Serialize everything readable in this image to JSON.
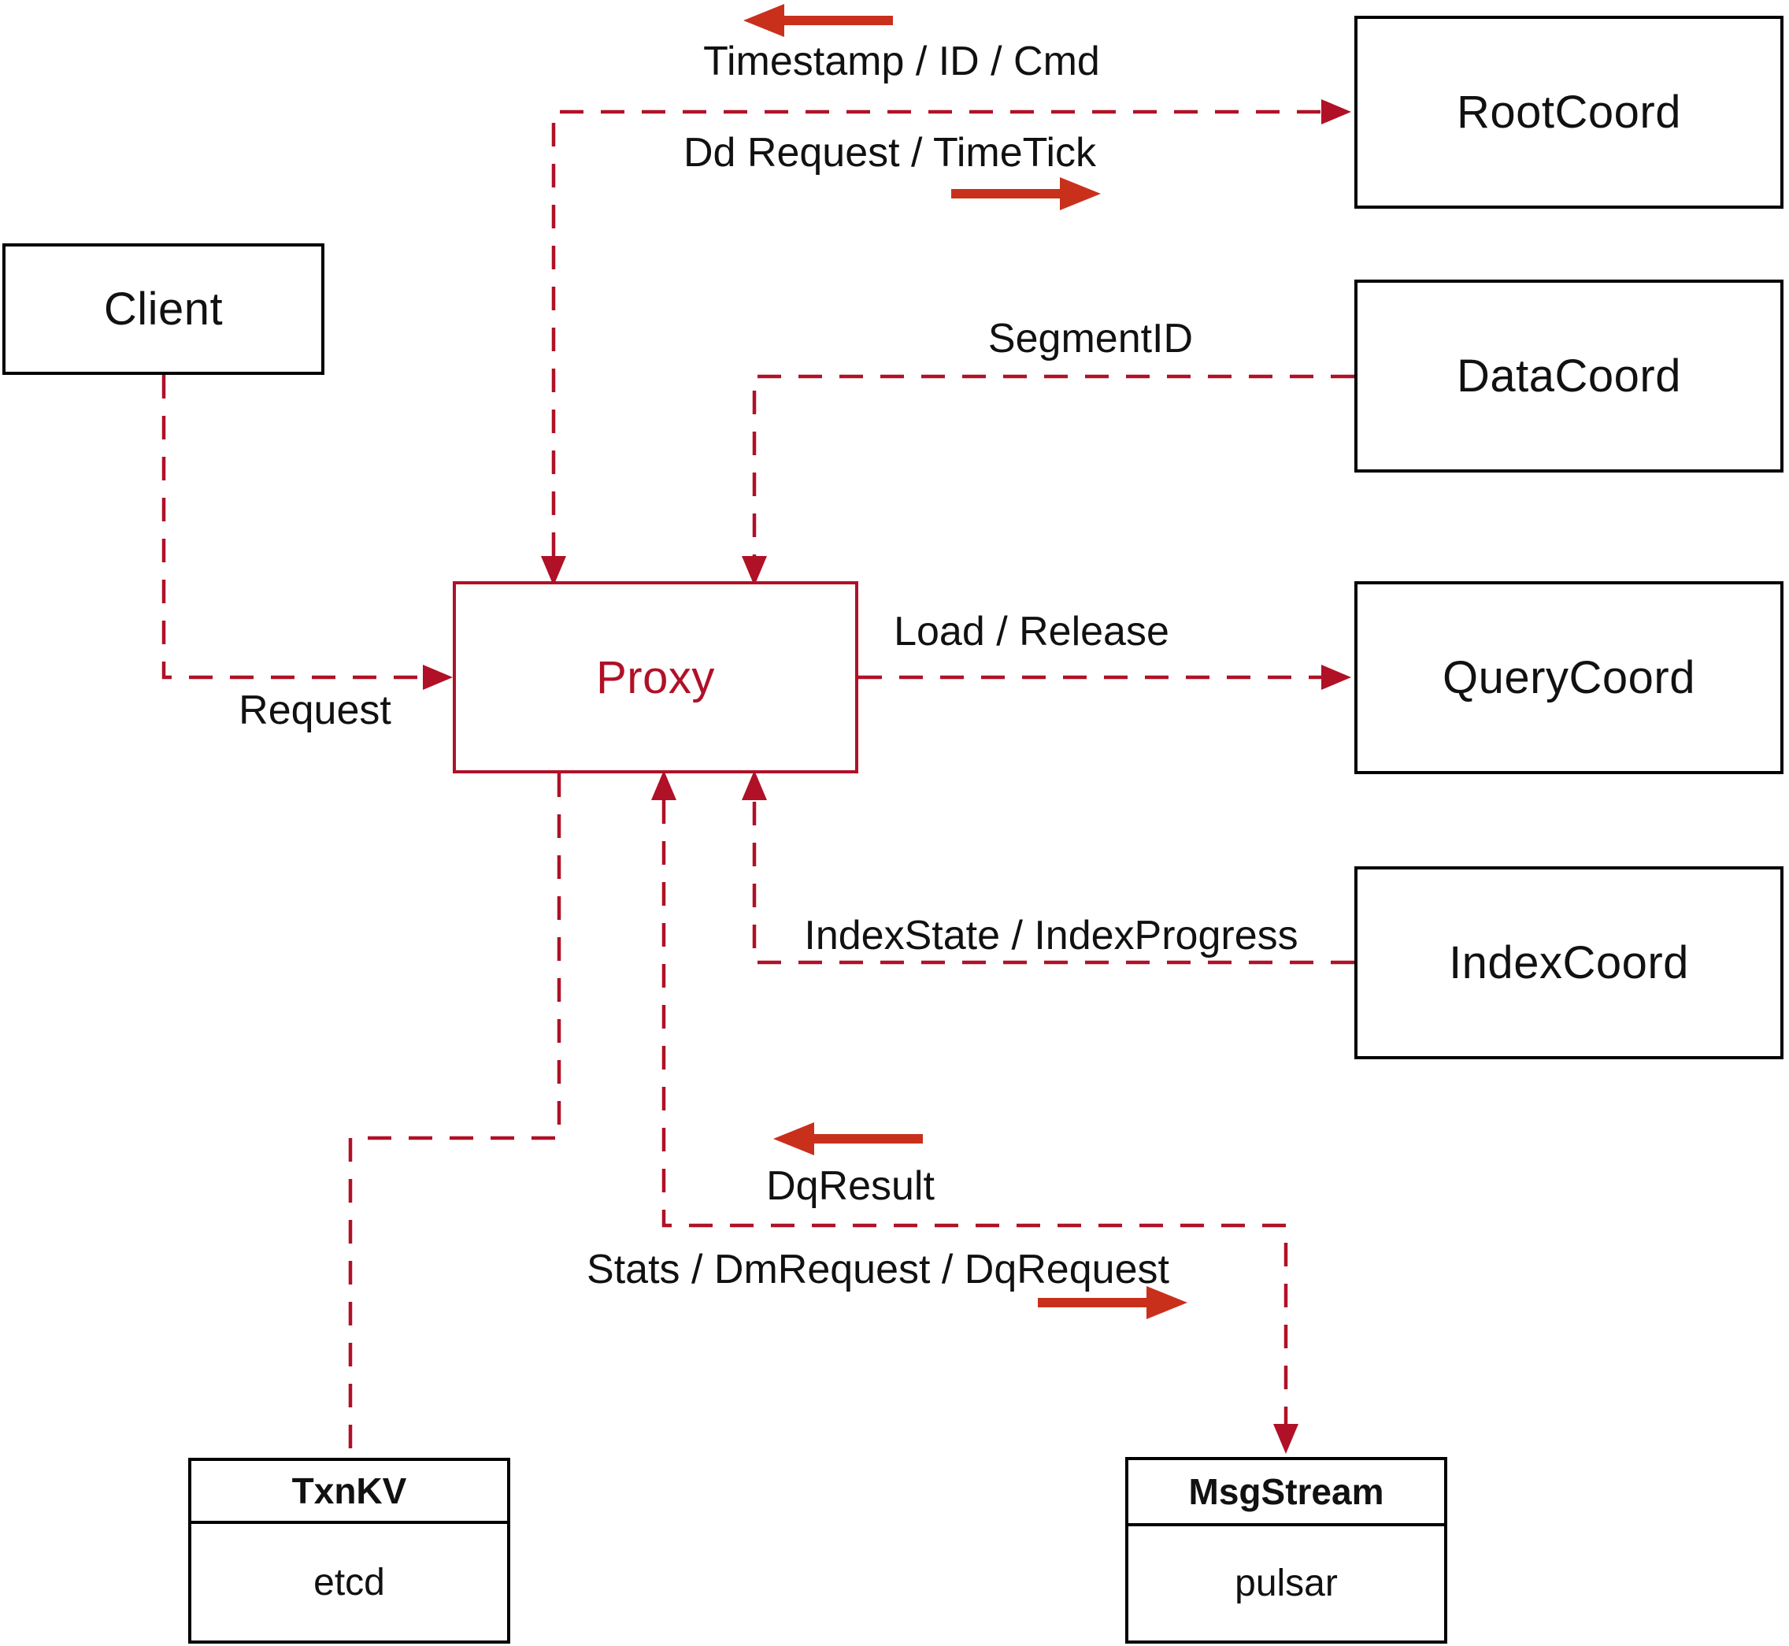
{
  "colors": {
    "line_red": "#b01127",
    "arrow_red": "#c9301c",
    "box_black": "#000000",
    "label_black": "#111111",
    "background": "#ffffff"
  },
  "nodes": {
    "client": {
      "label": "Client"
    },
    "proxy": {
      "label": "Proxy"
    },
    "root_coord": {
      "label": "RootCoord"
    },
    "data_coord": {
      "label": "DataCoord"
    },
    "query_coord": {
      "label": "QueryCoord"
    },
    "index_coord": {
      "label": "IndexCoord"
    },
    "txn_kv": {
      "title": "TxnKV",
      "implementation": "etcd"
    },
    "msg_stream": {
      "title": "MsgStream",
      "implementation": "pulsar"
    }
  },
  "edge_labels": {
    "root_coord_return": "Timestamp / ID / Cmd",
    "root_coord_send": "Dd Request / TimeTick",
    "segment_id": "SegmentID",
    "request": "Request",
    "load_release": "Load / Release",
    "index_state": "IndexState / IndexProgress",
    "dq_result": "DqResult",
    "stats": "Stats / DmRequest / DqRequest"
  }
}
